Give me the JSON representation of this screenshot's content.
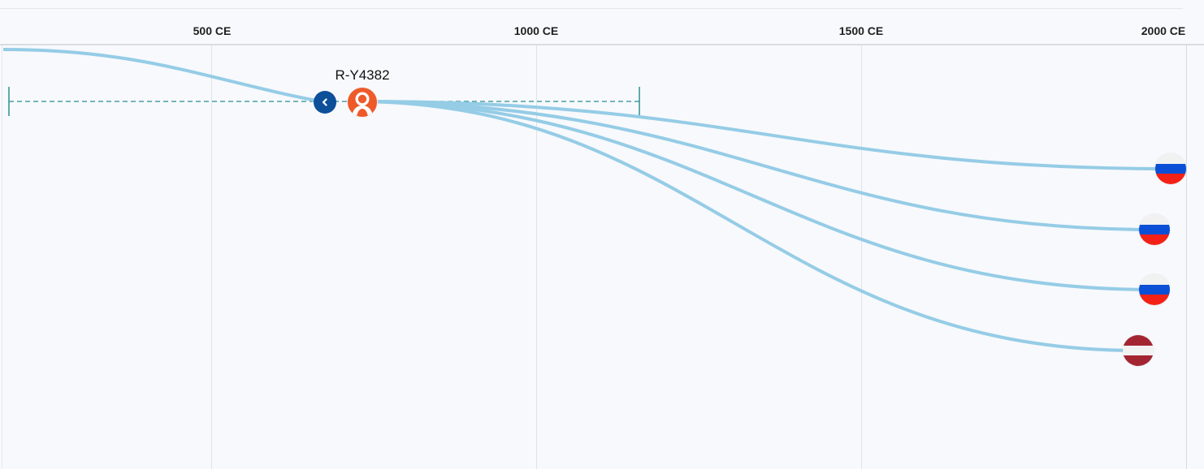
{
  "timeline": {
    "ticks": [
      "500 CE",
      "1000 CE",
      "1500 CE",
      "2000 CE"
    ]
  },
  "node": {
    "label": "R-Y4382",
    "avatar_icon": "person-icon",
    "avatar_color": "#ee5a2a",
    "back_icon": "chevron-left-icon",
    "back_color": "#0d4f99"
  },
  "colors": {
    "branch_line": "#95cce6",
    "range_line": "#2a8f95"
  },
  "descendants": [
    {
      "flag": "russia-flag-icon",
      "stripes": [
        "#f1f1f1",
        "#0b4fd6",
        "#f42216"
      ]
    },
    {
      "flag": "russia-flag-icon",
      "stripes": [
        "#f1f1f1",
        "#0b4fd6",
        "#f42216"
      ]
    },
    {
      "flag": "russia-flag-icon",
      "stripes": [
        "#f1f1f1",
        "#0b4fd6",
        "#f42216"
      ]
    },
    {
      "flag": "latvia-flag-icon",
      "stripes": [
        "#a32532",
        "#f2f2f2",
        "#a32532"
      ]
    }
  ]
}
